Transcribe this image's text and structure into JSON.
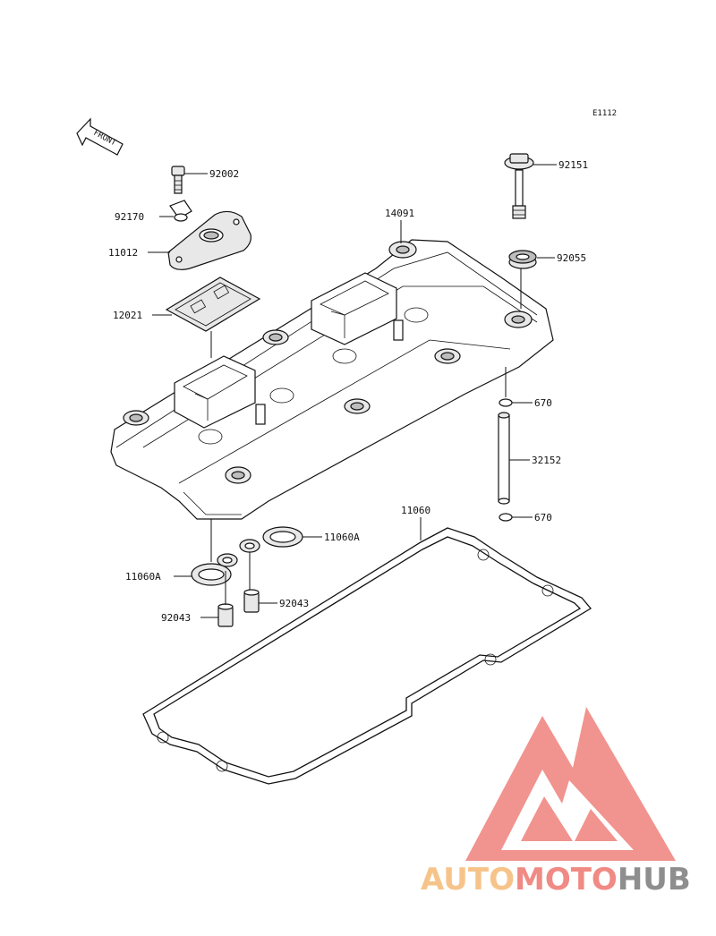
{
  "diagram": {
    "code": "E1112",
    "front_label": "FRONT",
    "parts": {
      "p92002": "92002",
      "p92170": "92170",
      "p11012": "11012",
      "p12021": "12021",
      "p14091": "14091",
      "p92151": "92151",
      "p92055": "92055",
      "p670_top": "670",
      "p32152": "32152",
      "p670_bottom": "670",
      "p11060": "11060",
      "p11060A_right": "11060A",
      "p11060A_left": "11060A",
      "p92043_right": "92043",
      "p92043_left": "92043"
    }
  },
  "watermark": {
    "part1": "AUTO",
    "part2": "MOTO",
    "part3": "HUB",
    "color_auto": "#f6c48a",
    "color_moto": "#f08a84",
    "color_hub": "#8e8e8e",
    "logo_color": "#f07f7f"
  }
}
